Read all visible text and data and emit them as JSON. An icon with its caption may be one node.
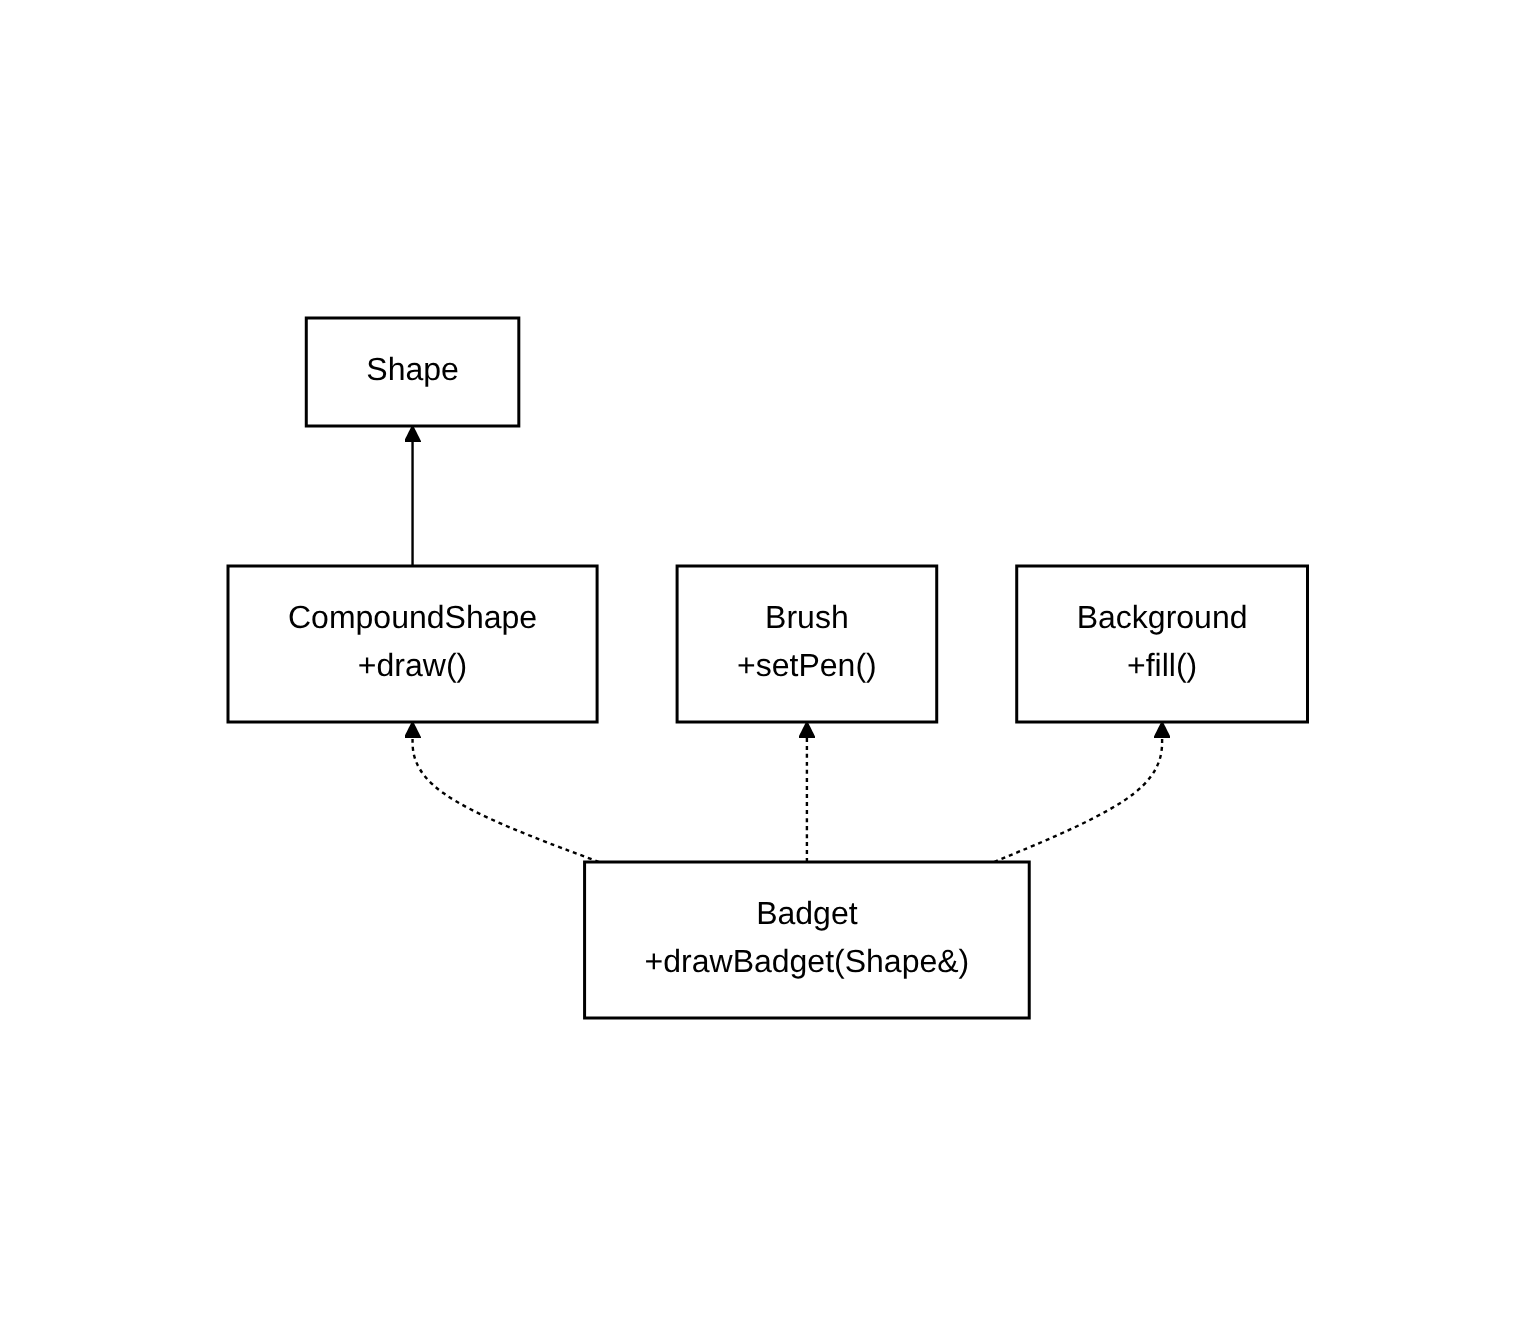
{
  "diagram": {
    "nodes": [
      {
        "text": [
          "Shape"
        ]
      },
      {
        "text": [
          "CompoundShape",
          "+draw()"
        ]
      },
      {
        "text": [
          "Brush",
          "+setPen()"
        ]
      },
      {
        "text": [
          "Background",
          "+fill()"
        ]
      },
      {
        "text": [
          "Badget",
          "+drawBadget(Shape&)"
        ]
      }
    ],
    "edges": [
      {
        "from": 1,
        "to": 0,
        "arrow": "to"
      },
      {
        "from": 4,
        "to": 1,
        "arrow": "to",
        "style": "dashed"
      },
      {
        "from": 4,
        "to": 2,
        "arrow": "to",
        "style": "dashed"
      },
      {
        "from": 4,
        "to": 3,
        "arrow": "to",
        "style": "dashed"
      }
    ]
  }
}
